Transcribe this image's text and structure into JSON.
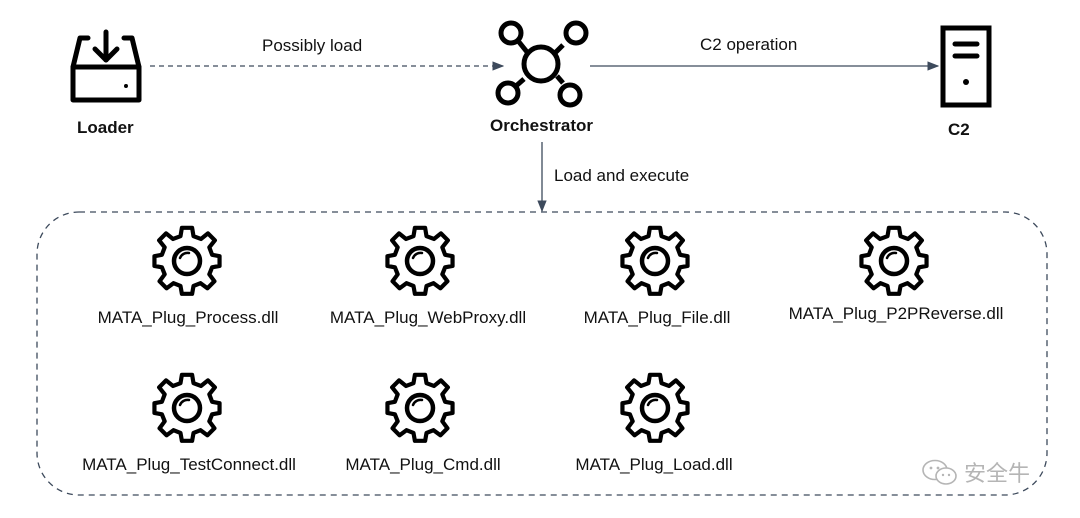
{
  "nodes": {
    "loader": "Loader",
    "orchestrator": "Orchestrator",
    "c2": "C2"
  },
  "edges": {
    "possibly_load": "Possibly load",
    "c2_operation": "C2 operation",
    "load_and_execute": "Load and execute"
  },
  "plugins": [
    "MATA_Plug_Process.dll",
    "MATA_Plug_WebProxy.dll",
    "MATA_Plug_File.dll",
    "MATA_Plug_P2PReverse.dll",
    "MATA_Plug_TestConnect.dll",
    "MATA_Plug_Cmd.dll",
    "MATA_Plug_Load.dll"
  ],
  "watermark": "安全牛",
  "icons": {
    "loader": "download-tray-icon",
    "orchestrator": "network-hub-icon",
    "c2": "server-icon",
    "plugin": "gear-icon",
    "watermark": "wechat-icon"
  },
  "colors": {
    "icon": "#000000",
    "edge": "#3d4a5c",
    "container_border": "#3d4a5c",
    "text": "#111111",
    "watermark": "#b5b5b5"
  }
}
